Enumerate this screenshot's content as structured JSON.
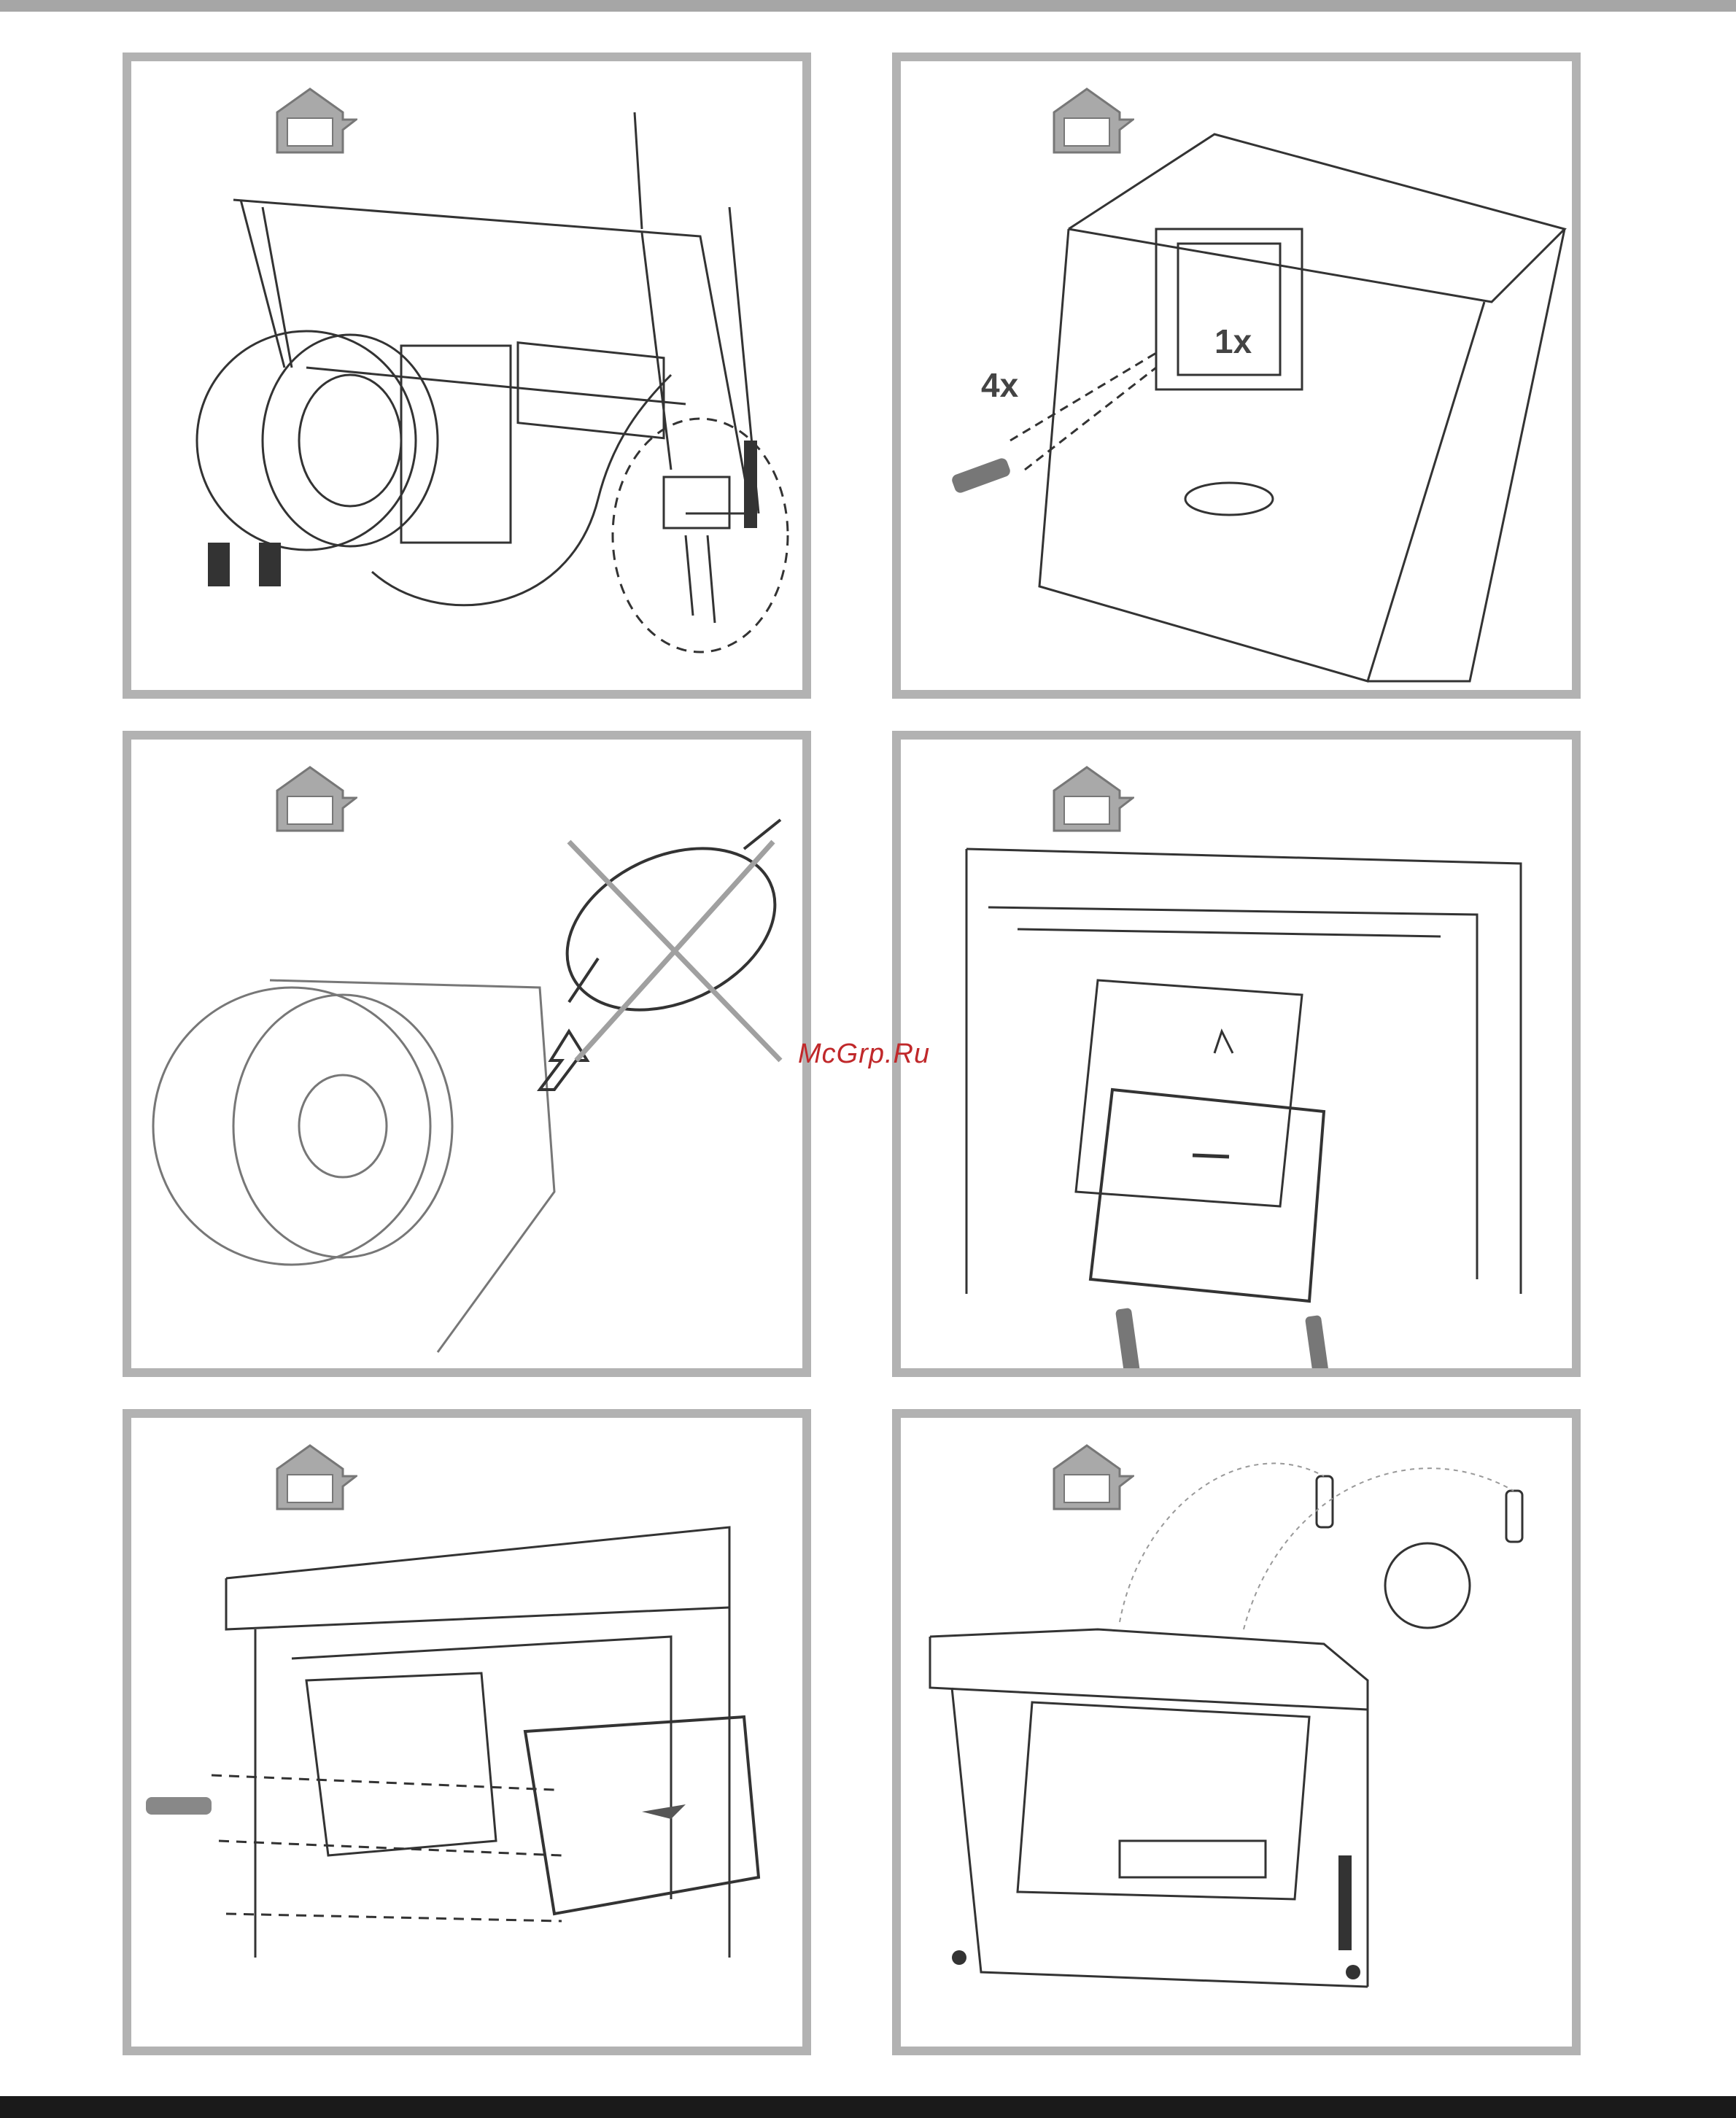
{
  "watermark": "McGrp.Ru",
  "panels": [
    {
      "id": "p1",
      "icon": "house-exhaust-icon"
    },
    {
      "id": "p2",
      "icon": "house-exhaust-icon",
      "labels": {
        "left": "4x",
        "right": "1x"
      }
    },
    {
      "id": "p3",
      "icon": "house-exhaust-icon"
    },
    {
      "id": "p4",
      "icon": "house-exhaust-icon"
    },
    {
      "id": "p5",
      "icon": "house-exhaust-icon"
    },
    {
      "id": "p6",
      "icon": "house-exhaust-icon"
    }
  ],
  "colors": {
    "frame": "#b2b2b2",
    "icon": "#a9a9a9",
    "line": "#333333",
    "watermark": "#c0282a"
  }
}
